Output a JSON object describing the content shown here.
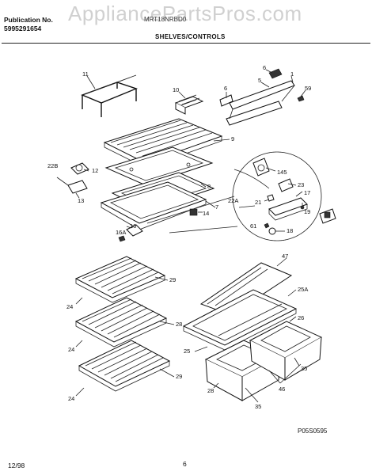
{
  "header": {
    "publication_label": "Publication No.",
    "publication_number": "5995291654",
    "model": "MRT18NRBD0",
    "section_title": "SHELVES/CONTROLS",
    "watermark": "AppliancePartsPros.com"
  },
  "footer": {
    "date": "12/98",
    "page": "6",
    "figure_code": "P05S0595"
  },
  "labels": {
    "l11": "11",
    "l10": "10",
    "l6a": "6",
    "l6b": "6",
    "l5": "5",
    "l1": "1",
    "l59": "59",
    "l9": "9",
    "l22b": "22B",
    "l12": "12",
    "l13": "13",
    "l8": "8",
    "l7": "7",
    "l14": "14",
    "l16": "16",
    "l16a": "16A",
    "l145": "145",
    "l23": "23",
    "l22a": "22A",
    "l21": "21",
    "l17": "17",
    "l19": "19",
    "l61": "61",
    "l18": "18",
    "l47": "47",
    "l29a": "29",
    "l24a": "24",
    "l28": "28",
    "l24b": "24",
    "l29b": "29",
    "l24c": "24",
    "l25a": "25A",
    "l26": "26",
    "l25": "25",
    "l35a": "35",
    "l28b": "28",
    "l46": "46",
    "l35b": "35"
  }
}
